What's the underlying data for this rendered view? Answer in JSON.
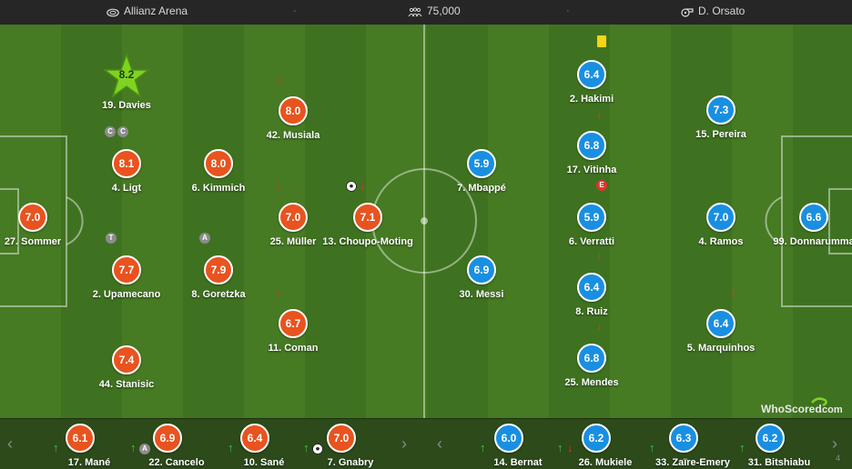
{
  "info": {
    "venue": "Allianz Arena",
    "attendance": "75,000",
    "referee": "D. Orsato",
    "separator": "·"
  },
  "colors": {
    "home": "#e8531f",
    "away": "#198fe2",
    "motm": "#7ed321"
  },
  "home_players": [
    {
      "id": "davies",
      "name": "19. Davies",
      "rating": "8.2",
      "motm": true
    },
    {
      "id": "ligt",
      "name": "4. Ligt",
      "rating": "8.1",
      "badges": [
        "C",
        "C"
      ]
    },
    {
      "id": "upamecano",
      "name": "2. Upamecano",
      "rating": "7.7",
      "badges": [
        "T"
      ]
    },
    {
      "id": "stanisic",
      "name": "44. Stanisic",
      "rating": "7.4"
    },
    {
      "id": "sommer",
      "name": "27. Sommer",
      "rating": "7.0"
    },
    {
      "id": "kimmich",
      "name": "6. Kimmich",
      "rating": "8.0"
    },
    {
      "id": "goretzka",
      "name": "8. Goretzka",
      "rating": "7.9",
      "badges": [
        "A"
      ]
    },
    {
      "id": "musiala",
      "name": "42. Musiala",
      "rating": "8.0",
      "sub_off": true
    },
    {
      "id": "muller",
      "name": "25. Müller",
      "rating": "7.0",
      "sub_off": true
    },
    {
      "id": "coman",
      "name": "11. Coman",
      "rating": "6.7",
      "sub_off": true
    },
    {
      "id": "choupo",
      "name": "13. Choupo-Moting",
      "rating": "7.1",
      "sub_off": true,
      "goal": true
    }
  ],
  "away_players": [
    {
      "id": "mbappe",
      "name": "7. Mbappé",
      "rating": "5.9"
    },
    {
      "id": "messi",
      "name": "30. Messi",
      "rating": "6.9"
    },
    {
      "id": "hakimi",
      "name": "2. Hakimi",
      "rating": "6.4",
      "yellow": true
    },
    {
      "id": "vitinha",
      "name": "17. Vitinha",
      "rating": "6.8",
      "sub_off": true
    },
    {
      "id": "verratti",
      "name": "6. Verratti",
      "rating": "5.9",
      "badges": [
        "E"
      ]
    },
    {
      "id": "ruiz",
      "name": "8. Ruiz",
      "rating": "6.4",
      "sub_off": true
    },
    {
      "id": "mendes",
      "name": "25. Mendes",
      "rating": "6.8",
      "sub_off": true
    },
    {
      "id": "pereira",
      "name": "15. Pereira",
      "rating": "7.3"
    },
    {
      "id": "ramos",
      "name": "4. Ramos",
      "rating": "7.0"
    },
    {
      "id": "marquinhos",
      "name": "5. Marquinhos",
      "rating": "6.4",
      "sub_off": true
    },
    {
      "id": "donnarumma",
      "name": "99. Donnarumma",
      "rating": "6.6"
    }
  ],
  "home_subs": [
    {
      "name": "17. Mané",
      "rating": "6.1"
    },
    {
      "name": "22. Cancelo",
      "rating": "6.9",
      "badge": "A"
    },
    {
      "name": "10. Sané",
      "rating": "6.4"
    },
    {
      "name": "7. Gnabry",
      "rating": "7.0",
      "goal": true
    }
  ],
  "away_subs": [
    {
      "name": "14. Bernat",
      "rating": "6.0"
    },
    {
      "name": "26. Mukiele",
      "rating": "6.2",
      "sub_off": true
    },
    {
      "name": "33. Zaïre-Emery",
      "rating": "6.3"
    },
    {
      "name": "31. Bitshiabu",
      "rating": "6.2"
    }
  ],
  "logo": {
    "text": "WhoScored",
    "suffix": ".com"
  },
  "bench_edge_label": "4"
}
